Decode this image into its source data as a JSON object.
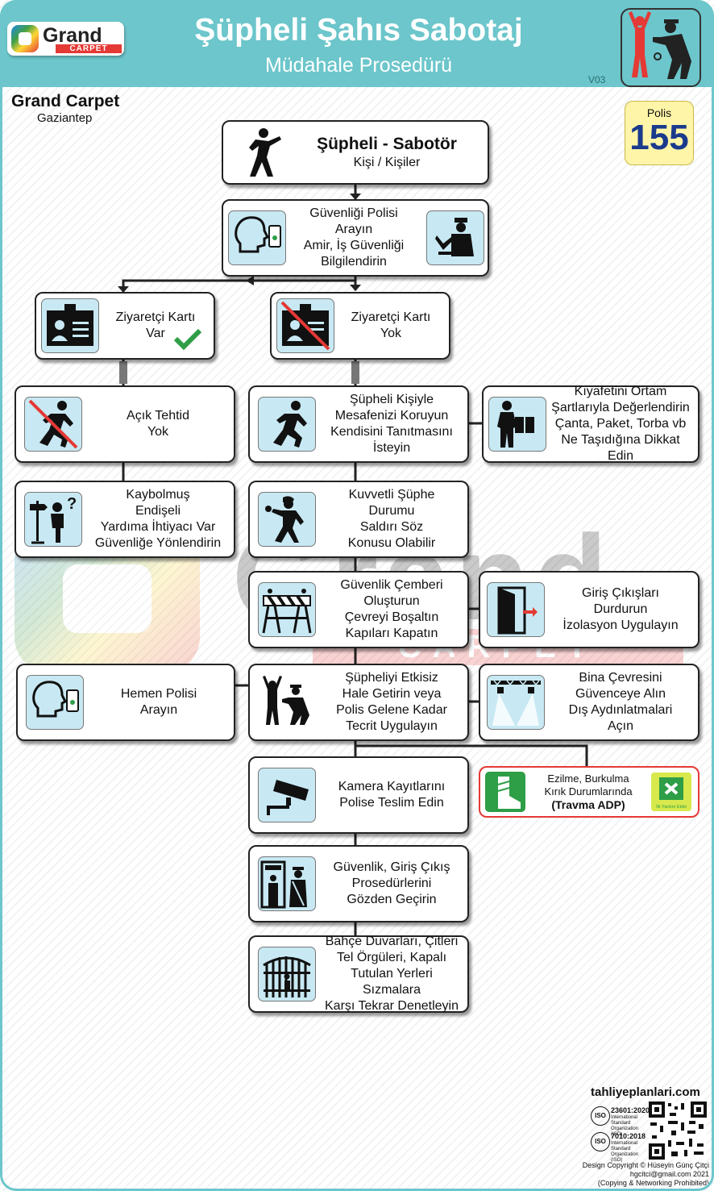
{
  "header": {
    "logo_top": "Grand",
    "logo_bottom": "CARPET",
    "title": "Şüpheli Şahıs Sabotaj",
    "subtitle": "Müdahale Prosedürü",
    "version": "V03",
    "icon": "suspect-arrest-icon"
  },
  "company": {
    "name": "Grand Carpet",
    "city": "Gaziantep"
  },
  "police": {
    "label": "Polis",
    "number": "155"
  },
  "nodes": {
    "start": {
      "title": "Şüpheli - Sabotör",
      "sub": "Kişi / Kişiler",
      "icon": "pointing-person-icon"
    },
    "call": {
      "lines": [
        "Güvenliği Polisi",
        "Arayın",
        "Amir, İş Güvenliği",
        "Bilgilendirin"
      ],
      "icon_left": "head-phone-icon",
      "icon_right": "security-guard-icon"
    },
    "card_yes": {
      "lines": [
        "Ziyaretçi Kartı",
        "Var"
      ],
      "icon": "id-card-icon",
      "mark": "check-icon"
    },
    "card_no": {
      "lines": [
        "Ziyaretçi Kartı",
        "Yok"
      ],
      "icon": "id-card-crossed-icon"
    },
    "no_threat": {
      "lines": [
        "Açık Tehtid",
        "Yok"
      ],
      "icon": "running-person-crossed-icon"
    },
    "keep_distance": {
      "lines": [
        "Şüpheli Kişiyle",
        "Mesafenizi Koruyun",
        "Kendisini Tanıtmasını",
        "İsteyin"
      ],
      "icon": "running-person-icon"
    },
    "clothing": {
      "lines": [
        "Kıyafetini Ortam",
        "Şartlarıyla Değerlendirin",
        "Çanta, Paket, Torba vb",
        "Ne Taşıdığına Dikkat Edin"
      ],
      "icon": "person-carrying-box-icon"
    },
    "lost": {
      "lines": [
        "Kaybolmuş",
        "Endişeli",
        "Yardıma İhtiyacı Var",
        "Güvenliğe Yönlendirin"
      ],
      "icon": "lost-person-icon"
    },
    "strong_suspicion": {
      "lines": [
        "Kuvvetli Şüphe",
        "Durumu",
        "Saldırı Söz",
        "Konusu Olabilir"
      ],
      "icon": "attacker-icon"
    },
    "cordon": {
      "lines": [
        "Güvenlik Çemberi",
        "Oluşturun",
        "Çevreyi Boşaltın",
        "Kapıları Kapatın"
      ],
      "icon": "barrier-icon"
    },
    "entrances": {
      "lines": [
        "Giriş Çıkışları",
        "Durdurun",
        "İzolasyon Uygulayın"
      ],
      "icon": "door-icon"
    },
    "call_police": {
      "lines": [
        "Hemen Polisi",
        "Arayın"
      ],
      "icon": "head-phone-icon"
    },
    "neutralize": {
      "lines": [
        "Şüpheliyi Etkisiz",
        "Hale Getirin veya",
        "Polis Gelene Kadar",
        "Tecrit Uygulayın"
      ],
      "icon": "arrest-icon"
    },
    "perimeter": {
      "lines": [
        "Bina Çevresini",
        "Güvenceye Alın",
        "Dış Aydınlatmalari",
        "Açın"
      ],
      "icon": "floodlight-icon"
    },
    "camera": {
      "lines": [
        "Kamera Kayıtlarını",
        "Polise Teslim Edin"
      ],
      "icon": "cctv-camera-icon"
    },
    "procedures": {
      "lines": [
        "Güvenlik, Giriş Çıkış",
        "Prosedürlerini",
        "Gözden Geçirin"
      ],
      "icon": "security-gate-icon"
    },
    "walls": {
      "lines": [
        "Bahçe Duvarları, Çitleri",
        "Tel Örgüleri, Kapalı",
        "Tutulan Yerleri Sızmalara",
        "Karşı Tekrar Denetleyin"
      ],
      "icon": "fence-icon"
    }
  },
  "first_aid": {
    "lines": [
      "Ezilme, Burkulma",
      "Kırık Durumlarında"
    ],
    "bold": "(Travma ADP)",
    "badge": "İlk Yardım Ekibi",
    "icon_left": "bandaged-leg-icon",
    "icon_right": "first-aid-team-icon"
  },
  "watermark": {
    "top": "Grand",
    "bottom": "CARPET"
  },
  "footer": {
    "site": "tahliyeplanlari.com",
    "iso1": {
      "ring": "ISO",
      "std": "23601:2020",
      "small": "International Standard Organization (ISO)"
    },
    "iso2": {
      "ring": "ISO",
      "std": "7010:2018",
      "small": "International Standard Organization (ISO)"
    },
    "credit1": "Design Copyright © Hüseyin Günç Çitçi",
    "credit2": "hgcitci@gmail.com 2021",
    "credit3": "(Copying & Networking Prohibited)"
  },
  "colors": {
    "header": "#6cc6cb",
    "icon_bg": "#c8e9f3",
    "accent_red": "#e53935",
    "police_bg": "#fff5a8",
    "police_text": "#1a3a8c",
    "check": "#2e9e47"
  }
}
